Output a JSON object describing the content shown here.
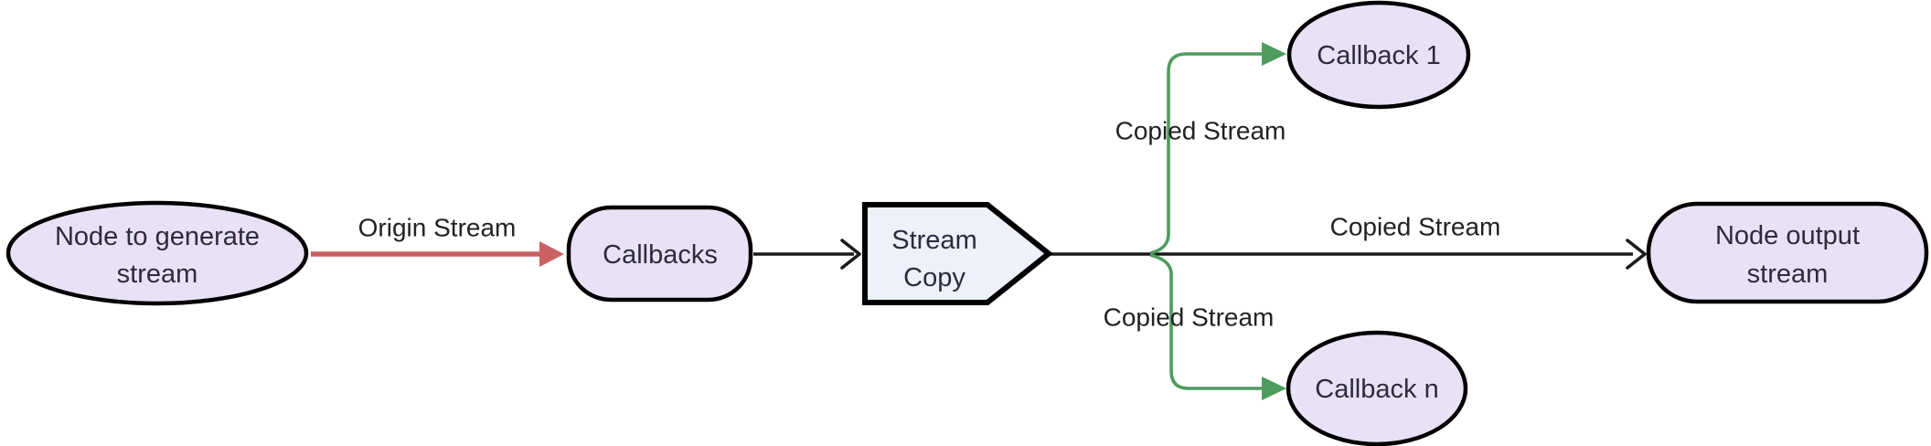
{
  "diagram": {
    "type": "flowchart",
    "direction": "left-to-right",
    "background": "#FFFFFF",
    "colors": {
      "node_fill": "#E9E2F7",
      "node_stroke": "#000000",
      "pentagon_fill": "#EDF1FA",
      "node_text": "#2D2A3E",
      "edge_text": "#222222",
      "edge_black": "#1A1A1A",
      "edge_red": "#CB6161",
      "edge_green": "#4E9C5E"
    },
    "nodes": [
      {
        "id": "generator",
        "shape": "ellipse",
        "label": "Node to generate stream",
        "lines": [
          "Node to generate",
          "stream"
        ]
      },
      {
        "id": "callbacks",
        "shape": "stadium",
        "label": "Callbacks",
        "lines": [
          "Callbacks"
        ]
      },
      {
        "id": "stream-copy",
        "shape": "pentagon",
        "label": "Stream Copy",
        "lines": [
          "Stream",
          "Copy"
        ]
      },
      {
        "id": "callback-1",
        "shape": "ellipse",
        "label": "Callback 1",
        "lines": [
          "Callback 1"
        ]
      },
      {
        "id": "callback-n",
        "shape": "ellipse",
        "label": "Callback n",
        "lines": [
          "Callback n"
        ]
      },
      {
        "id": "node-output",
        "shape": "stadium",
        "label": "Node output stream",
        "lines": [
          "Node output",
          "stream"
        ]
      }
    ],
    "edges": [
      {
        "from": "generator",
        "to": "callbacks",
        "label": "Origin Stream",
        "color": "red",
        "arrowhead": "filled-triangle"
      },
      {
        "from": "callbacks",
        "to": "stream-copy",
        "label": "",
        "color": "black",
        "arrowhead": "open-chevron"
      },
      {
        "from": "stream-copy",
        "to": "callback-1",
        "label": "Copied Stream",
        "color": "green",
        "arrowhead": "filled-triangle"
      },
      {
        "from": "stream-copy",
        "to": "node-output",
        "label": "Copied Stream",
        "color": "black",
        "arrowhead": "open-chevron"
      },
      {
        "from": "stream-copy",
        "to": "callback-n",
        "label": "Copied Stream",
        "color": "green",
        "arrowhead": "filled-triangle"
      }
    ]
  }
}
